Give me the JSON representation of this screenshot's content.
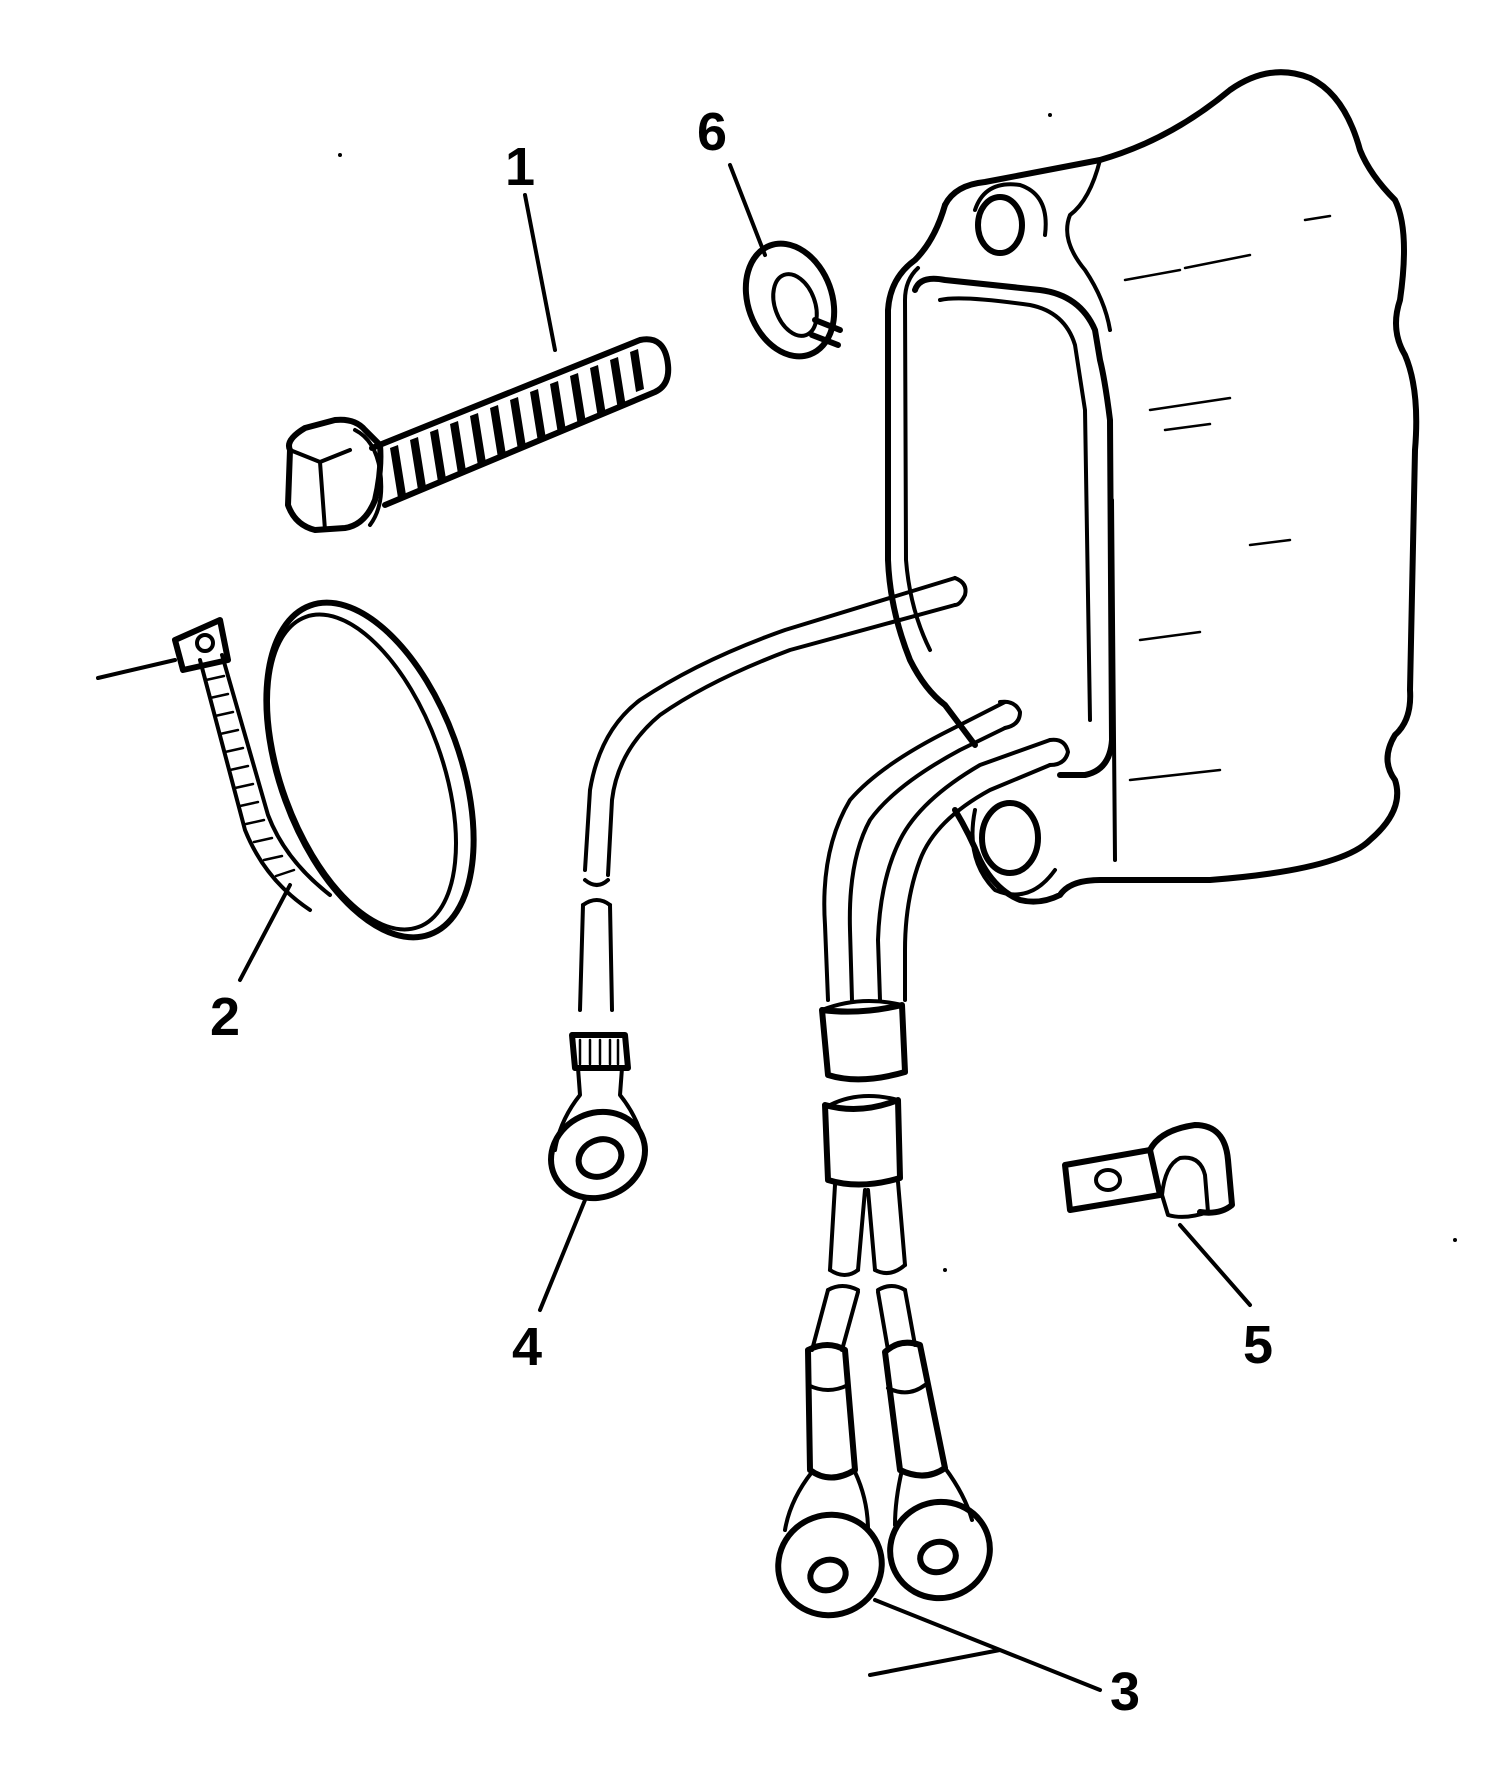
{
  "callouts": [
    {
      "id": "1",
      "label": "1",
      "part": "bolt"
    },
    {
      "id": "2",
      "label": "2",
      "part": "cable-tie-strap"
    },
    {
      "id": "3",
      "label": "3",
      "part": "ring-terminal-leads"
    },
    {
      "id": "4",
      "label": "4",
      "part": "ground-lead-ring-terminal"
    },
    {
      "id": "5",
      "label": "5",
      "part": "cable-clamp"
    },
    {
      "id": "6",
      "label": "6",
      "part": "lock-washer"
    }
  ],
  "colors": {
    "ink": "#000000",
    "paper": "#ffffff"
  }
}
